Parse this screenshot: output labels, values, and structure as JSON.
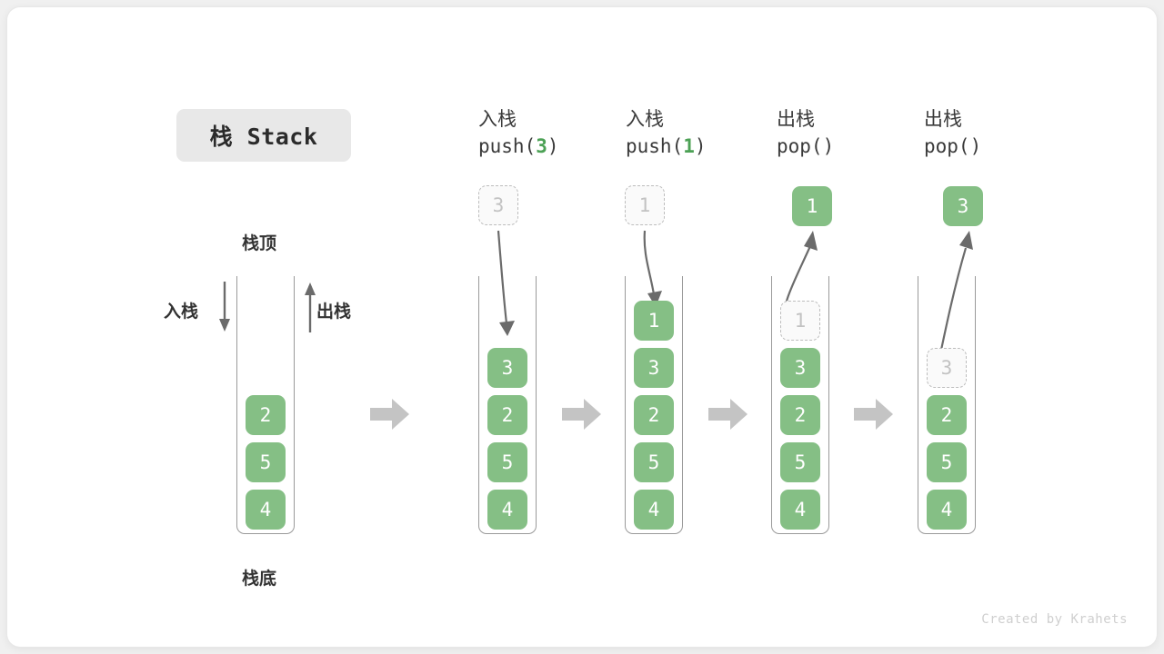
{
  "title": {
    "text": "栈 Stack"
  },
  "labels": {
    "top": "栈顶",
    "bottom": "栈底",
    "push_side": "入栈",
    "pop_side": "出栈"
  },
  "colors": {
    "element": "#85bf85",
    "ghost_fill": "#fafafa",
    "ghost_border": "#bdbdbd",
    "arrow": "#6b6b6b",
    "step_arrow": "#c4c4c4",
    "badge_bg": "#e8e8e8",
    "accent_text": "#4ca155"
  },
  "columns": [
    {
      "id": "initial",
      "op": "",
      "call": "",
      "call_arg": "",
      "cells": [
        {
          "value": "4",
          "state": "solid"
        },
        {
          "value": "5",
          "state": "solid"
        },
        {
          "value": "2",
          "state": "solid"
        }
      ],
      "floating": null
    },
    {
      "id": "push-3",
      "op": "入栈",
      "call_prefix": "push(",
      "call_arg": "3",
      "call_suffix": ")",
      "cells": [
        {
          "value": "4",
          "state": "solid"
        },
        {
          "value": "5",
          "state": "solid"
        },
        {
          "value": "2",
          "state": "solid"
        },
        {
          "value": "3",
          "state": "solid"
        }
      ],
      "floating": {
        "value": "3",
        "state": "ghost",
        "direction": "in"
      }
    },
    {
      "id": "push-1",
      "op": "入栈",
      "call_prefix": "push(",
      "call_arg": "1",
      "call_suffix": ")",
      "cells": [
        {
          "value": "4",
          "state": "solid"
        },
        {
          "value": "5",
          "state": "solid"
        },
        {
          "value": "2",
          "state": "solid"
        },
        {
          "value": "3",
          "state": "solid"
        },
        {
          "value": "1",
          "state": "solid"
        }
      ],
      "floating": {
        "value": "1",
        "state": "ghost",
        "direction": "in"
      }
    },
    {
      "id": "pop-1",
      "op": "出栈",
      "call_prefix": "pop(",
      "call_arg": "",
      "call_suffix": ")",
      "cells": [
        {
          "value": "4",
          "state": "solid"
        },
        {
          "value": "5",
          "state": "solid"
        },
        {
          "value": "2",
          "state": "solid"
        },
        {
          "value": "3",
          "state": "solid"
        },
        {
          "value": "1",
          "state": "ghost"
        }
      ],
      "floating": {
        "value": "1",
        "state": "solid",
        "direction": "out"
      }
    },
    {
      "id": "pop-3",
      "op": "出栈",
      "call_prefix": "pop(",
      "call_arg": "",
      "call_suffix": ")",
      "cells": [
        {
          "value": "4",
          "state": "solid"
        },
        {
          "value": "5",
          "state": "solid"
        },
        {
          "value": "2",
          "state": "solid"
        },
        {
          "value": "3",
          "state": "ghost"
        }
      ],
      "floating": {
        "value": "3",
        "state": "solid",
        "direction": "out"
      }
    }
  ],
  "footer": {
    "credit": "Created by Krahets"
  }
}
